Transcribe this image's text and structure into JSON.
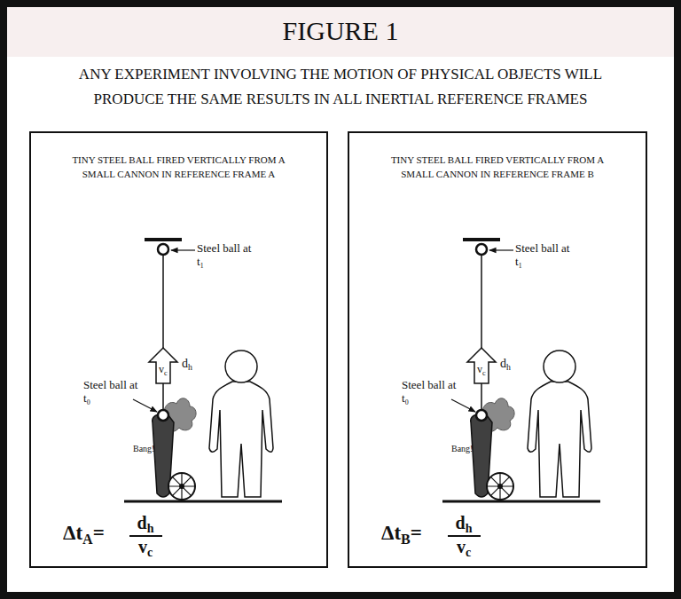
{
  "diagram": {
    "title": "FIGURE 1",
    "nodes": [
      {
        "text": [
          "TINY STEEL BALL FIRED VERTICALLY FROM A SMALL CANNON IN REFERENCE FRAME A"
        ]
      },
      {
        "text": [
          "TINY STEEL BALL FIRED VERTICALLY FROM A SMALL CANNON IN REFERENCE FRAME B"
        ]
      }
    ],
    "labels": [
      "ANY EXPERIMENT INVOLVING THE MOTION OF PHYSICAL OBJECTS WILL PRODUCE THE SAME RESULTS IN ALL INERTIAL REFERENCE FRAMES",
      "Steel ball at t₁",
      "vc",
      "dh",
      "Steel ball at t₀",
      "Bang!",
      "ΔtA=",
      "dh",
      "vc",
      "Steel ball at t₁",
      "vc",
      "dh",
      "Steel ball at t₀",
      "Bang!",
      "ΔtB=",
      "dh",
      "vc"
    ]
  }
}
